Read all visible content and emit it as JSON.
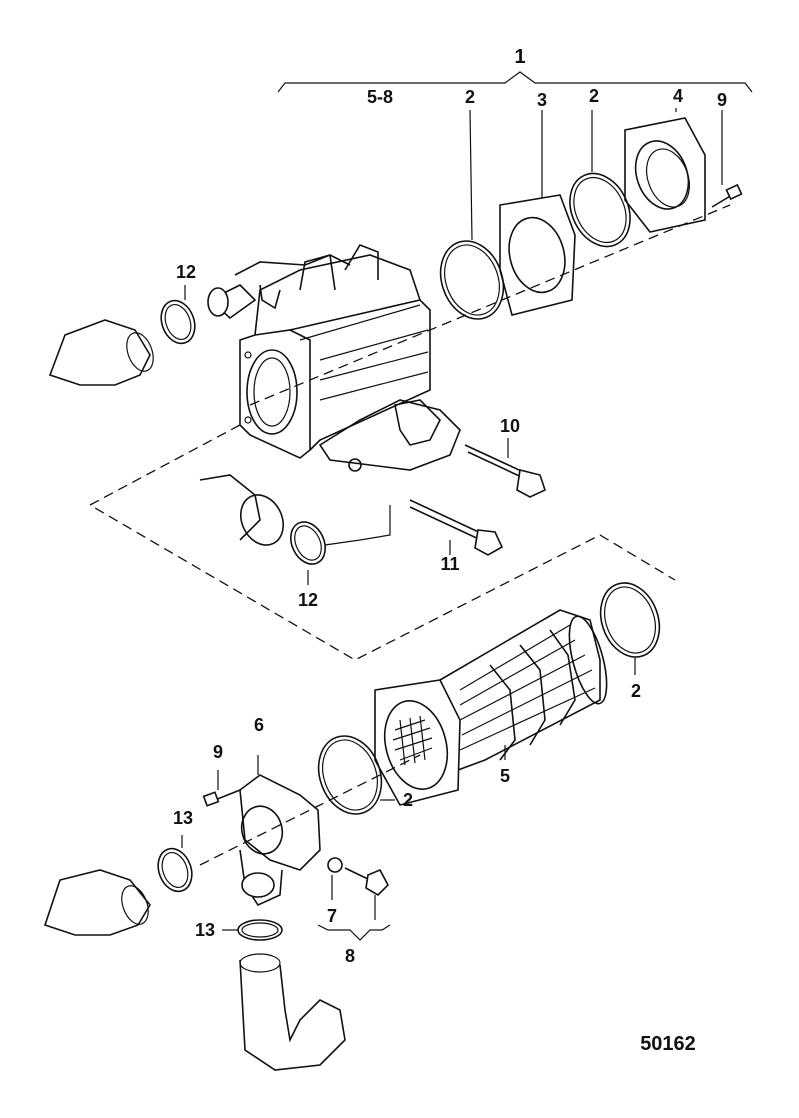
{
  "callouts": [
    {
      "id": "c1",
      "label": "1"
    },
    {
      "id": "c58",
      "label": "5-8"
    },
    {
      "id": "c2a",
      "label": "2"
    },
    {
      "id": "c3",
      "label": "3"
    },
    {
      "id": "c2b",
      "label": "2"
    },
    {
      "id": "c4",
      "label": "4"
    },
    {
      "id": "c9a",
      "label": "9"
    },
    {
      "id": "c12a",
      "label": "12"
    },
    {
      "id": "c10",
      "label": "10"
    },
    {
      "id": "c11",
      "label": "11"
    },
    {
      "id": "c12b",
      "label": "12"
    },
    {
      "id": "c2c",
      "label": "2"
    },
    {
      "id": "c6",
      "label": "6"
    },
    {
      "id": "c9b",
      "label": "9"
    },
    {
      "id": "c5",
      "label": "5"
    },
    {
      "id": "c2d",
      "label": "2"
    },
    {
      "id": "c13a",
      "label": "13"
    },
    {
      "id": "c7",
      "label": "7"
    },
    {
      "id": "c13b",
      "label": "13"
    },
    {
      "id": "c8",
      "label": "8"
    }
  ],
  "figure_number": "50162"
}
